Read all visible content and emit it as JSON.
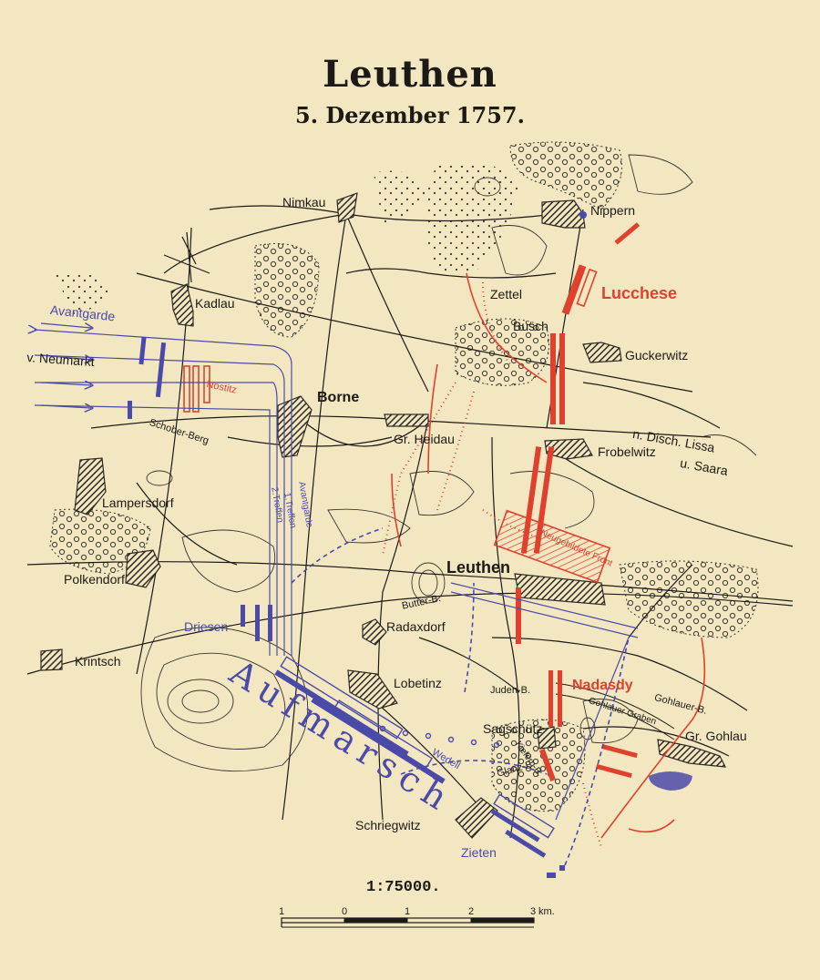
{
  "title": "Leuthen",
  "subtitle": "5. Dezember 1757.",
  "places": {
    "nimkau": "Nimkau",
    "nippern": "Nippern",
    "kadlau": "Kadlau",
    "zettel": "Zettel",
    "busch": "Busch",
    "guckerwitz": "Guckerwitz",
    "borne": "Borne",
    "gr_heidau": "Gr. Heidau",
    "frobelwitz": "Frobelwitz",
    "lissa": "n. Disch. Lissa",
    "saara": "u. Saara",
    "lampersdorf": "Lampersdorf",
    "polkendorf": "Polkendorf",
    "leuthen": "Leuthen",
    "butter_b": "Butter-B.",
    "radaxdorf": "Radaxdorf",
    "krintsch": "Krintsch",
    "lobetinz": "Lobetinz",
    "juden_b": "Juden-B.",
    "sagschutz": "Sagschütz",
    "gr_gohlau": "Gr. Gohlau",
    "gohlauer_b": "Gohlauer-B.",
    "gohlauer_graben": "Gohlauer Graben",
    "schriegwitz": "Schriegwitz",
    "glanz_b": "Glanz-B.",
    "kiefern_b": "Kiefern-B.",
    "schober_berg": "Schober-Berg"
  },
  "units": {
    "avantgarde": "Avantgarde",
    "neumarkt": "v. Neumarkt",
    "nostitz": "Nostitz",
    "lucchese": "Lucchese",
    "nadasdy": "Nadasdy",
    "driesen": "Driesen",
    "aufmarsch": "Aufmarsch",
    "zieten": "Zieten",
    "wedell": "Wedell",
    "neugebildete_front": "Neugebildete Front",
    "avantgarde_col": "Avantgarde",
    "treffen": "1.Treffen",
    "treffen2": "2.Treffen"
  },
  "scale": {
    "ratio": "1:75000.",
    "ticks": [
      "1",
      "0",
      "1",
      "2",
      "3"
    ],
    "unit": "km."
  },
  "colors": {
    "paper": "#f3e7c2",
    "prussian": "#4a4aa8",
    "austrian": "#e0412f",
    "ink": "#1c1a16",
    "village": "#3a3632"
  }
}
